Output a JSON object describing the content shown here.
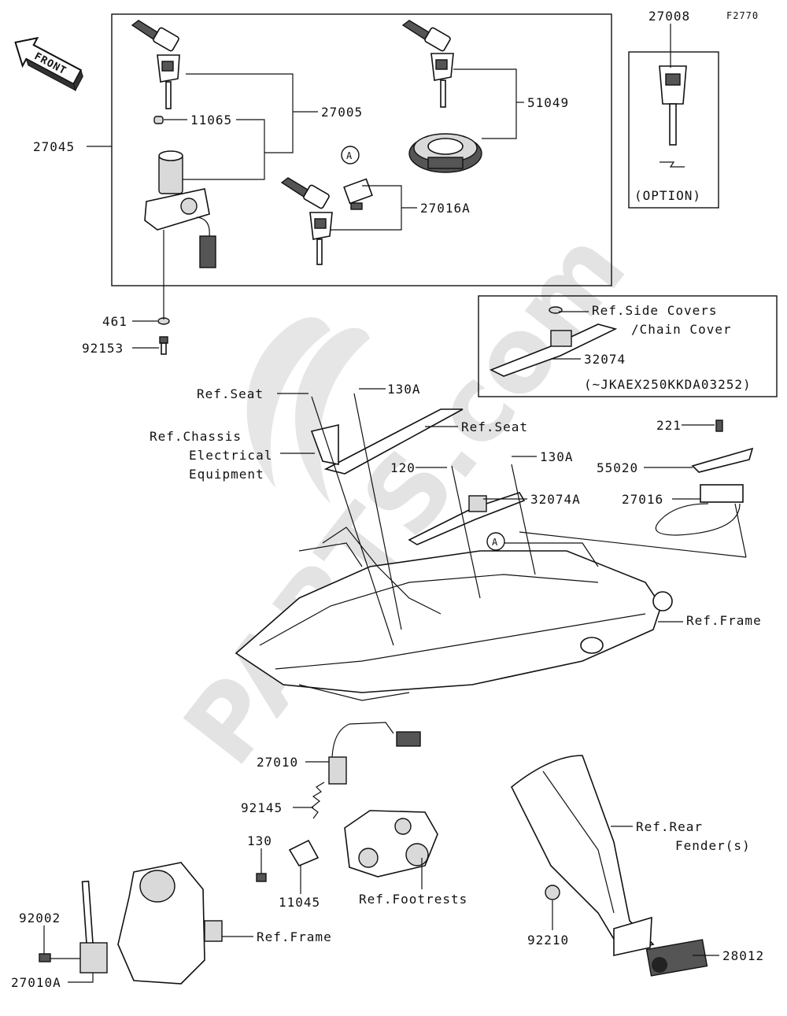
{
  "figure_code": "F2770",
  "front_arrow_label": "FRONT",
  "watermark": "PARTS.com",
  "callout_letter": "A",
  "option_label": "(OPTION)",
  "labels": {
    "p27045": "27045",
    "p11065": "11065",
    "p27005": "27005",
    "p51049": "51049",
    "p27016A": "27016A",
    "p27008": "27008",
    "p461": "461",
    "p92153": "92153",
    "ref_side_covers_1": "Ref.Side Covers",
    "ref_side_covers_2": "/Chain Cover",
    "p32074": "32074",
    "serial": "(~JKAEX250KKDA03252)",
    "ref_seat_1": "Ref.Seat",
    "p130A_1": "130A",
    "ref_chassis_1": "Ref.Chassis",
    "ref_chassis_2": "Electrical",
    "ref_chassis_3": "Equipment",
    "ref_seat_2": "Ref.Seat",
    "p221": "221",
    "p120": "120",
    "p130A_2": "130A",
    "p55020": "55020",
    "p32074A": "32074A",
    "p27016": "27016",
    "ref_frame_1": "Ref.Frame",
    "p27010": "27010",
    "p92145": "92145",
    "p130": "130",
    "p11045": "11045",
    "ref_footrests": "Ref.Footrests",
    "ref_rear_fender_1": "Ref.Rear",
    "ref_rear_fender_2": "Fender(s)",
    "p92002": "92002",
    "ref_frame_2": "Ref.Frame",
    "p92210": "92210",
    "p27010A": "27010A",
    "p28012": "28012"
  }
}
